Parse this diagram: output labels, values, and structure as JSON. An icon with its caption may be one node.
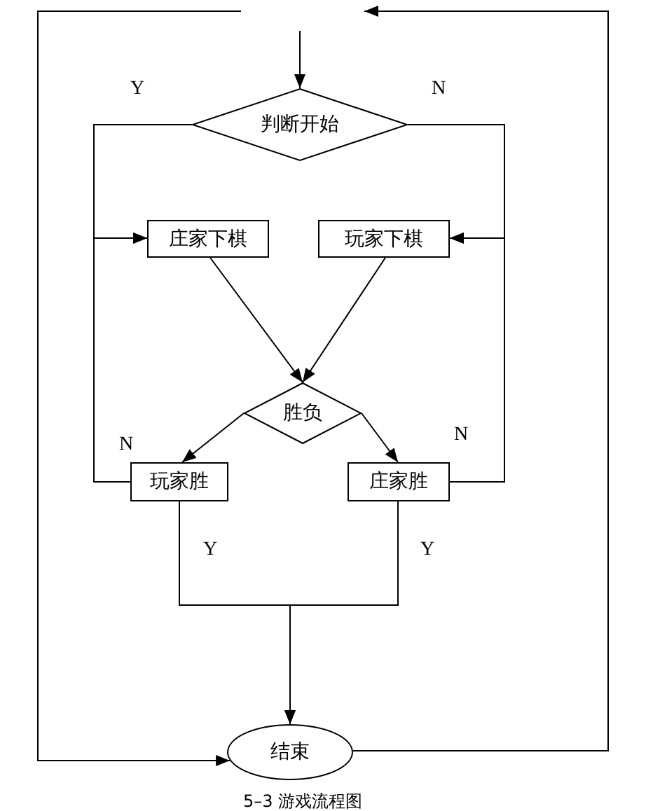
{
  "diagram": {
    "caption": "5–3 游戏流程图",
    "nodes": [
      {
        "text": [
          "判断开始"
        ]
      },
      {
        "text": [
          "庄家下棋"
        ]
      },
      {
        "text": [
          "玩家下棋"
        ]
      },
      {
        "text": [
          "胜负"
        ]
      },
      {
        "text": [
          "玩家胜"
        ]
      },
      {
        "text": [
          "庄家胜"
        ]
      },
      {
        "text": [
          "结束"
        ]
      }
    ],
    "edges": [
      {
        "from": 0,
        "to": 1,
        "arrow": "to",
        "label": "Y"
      },
      {
        "from": 0,
        "to": 2,
        "arrow": "to",
        "label": "N"
      },
      {
        "from": 4,
        "to": 1,
        "arrow": "to",
        "label": "N"
      },
      {
        "from": 5,
        "to": 2,
        "arrow": "to",
        "label": "N"
      },
      {
        "from": 1,
        "to": 3,
        "arrow": "to"
      },
      {
        "from": 2,
        "to": 3,
        "arrow": "to"
      },
      {
        "from": 3,
        "to": 4,
        "arrow": "to"
      },
      {
        "from": 3,
        "to": 5,
        "arrow": "to"
      },
      {
        "from": 4,
        "to": 6,
        "arrow": "to",
        "label": "Y"
      },
      {
        "from": 5,
        "to": 6,
        "arrow": "to",
        "label": "Y"
      },
      {
        "from": null,
        "to": 0,
        "arrow": "to"
      },
      {
        "from": 6,
        "to": null,
        "arrow": "to"
      },
      {
        "from": null,
        "to": 6,
        "arrow": "to"
      }
    ]
  }
}
